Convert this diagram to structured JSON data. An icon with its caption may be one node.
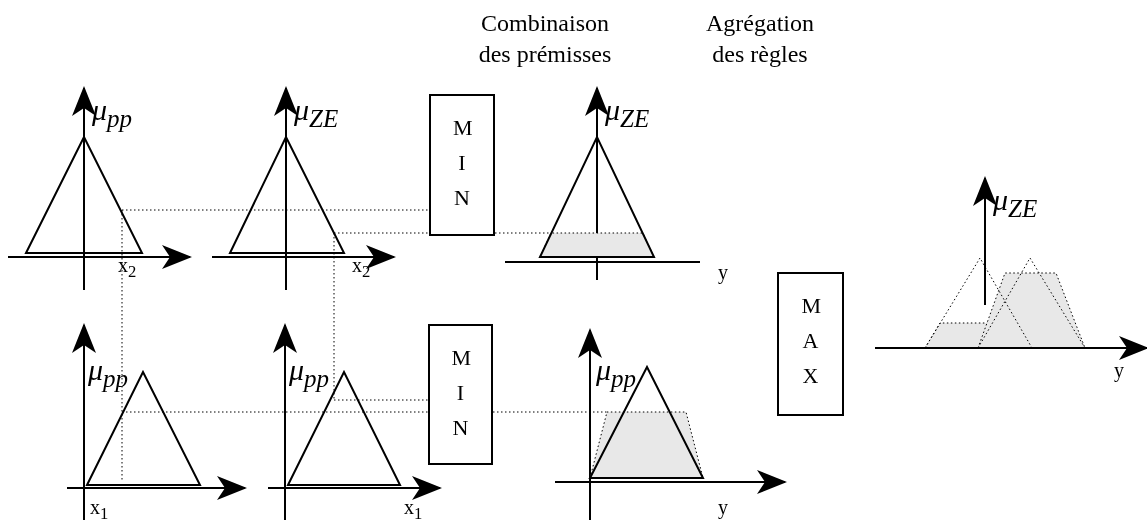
{
  "diagram": {
    "nodes": [
      {
        "text": [
          "M I N"
        ]
      },
      {
        "text": [
          "M I N"
        ]
      },
      {
        "text": [
          "M A X"
        ]
      }
    ],
    "labels": [
      "Combinaison des prémisses",
      "Agrégation des règles",
      "μ$_{pp}$",
      "μ$_{ZE}$",
      "μ$_{ZE}$",
      "μ$_{ZE}$",
      "x$_{2}$",
      "x$_{2}$",
      "y",
      "μ$_{pp}$",
      "μ$_{pp}$",
      "μ$_{pp}$",
      "y",
      "x$_{1}$",
      "x$_{1}$",
      "y"
    ]
  }
}
